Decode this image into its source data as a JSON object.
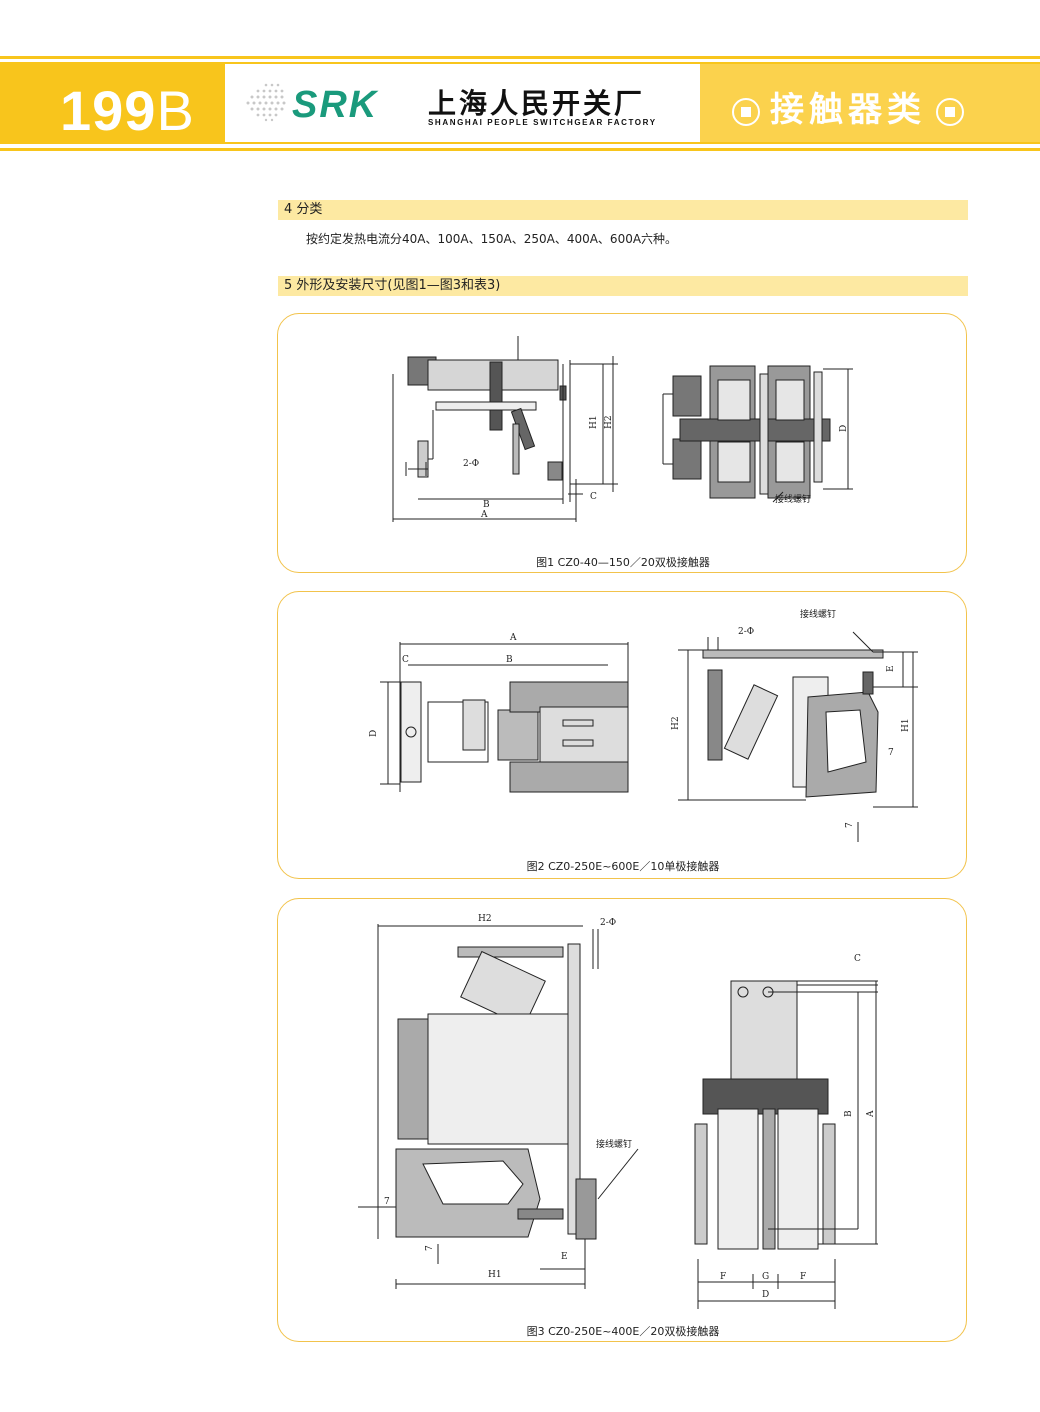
{
  "header": {
    "page_number": "199",
    "page_suffix": "B",
    "brand": "SRK",
    "company_cn": "上海人民开关厂",
    "company_en": "SHANGHAI PEOPLE SWITCHGEAR FACTORY",
    "category": "接触器类"
  },
  "sections": [
    {
      "title": "4 分类",
      "text": "按约定发热电流分40A、100A、150A、250A、400A、600A六种。"
    },
    {
      "title": "5 外形及安装尺寸(见图1—图3和表3)"
    }
  ],
  "figures": [
    {
      "caption": "图1 CZ0-40—150／20双极接触器",
      "labels": {
        "a": "A",
        "b": "B",
        "c": "C",
        "h1": "H1",
        "h2": "H2",
        "d": "D",
        "hole": "2-Φ",
        "screw": "接线螺钉"
      }
    },
    {
      "caption": "图2 CZ0-250E~600E／10单极接触器",
      "labels": {
        "a": "A",
        "b": "B",
        "c": "C",
        "d": "D",
        "e": "E",
        "h1": "H1",
        "h2": "H2",
        "hole": "2-Φ",
        "screw": "接线螺钉",
        "g7a": "7",
        "g7b": "7"
      }
    },
    {
      "caption": "图3 CZ0-250E~400E／20双极接触器",
      "labels": {
        "h2": "H2",
        "hole": "2-Φ",
        "screw": "接线螺钉",
        "h1": "H1",
        "e": "E",
        "g7a": "7",
        "g7b": "7",
        "a": "A",
        "b": "B",
        "c": "C",
        "d": "D",
        "f1": "F",
        "f2": "F",
        "g": "G"
      }
    }
  ],
  "colors": {
    "accent": "#f8c51c",
    "brand": "#1a9a7c",
    "section_bg": "#fde9a2",
    "panel_border": "#f2c34c"
  }
}
